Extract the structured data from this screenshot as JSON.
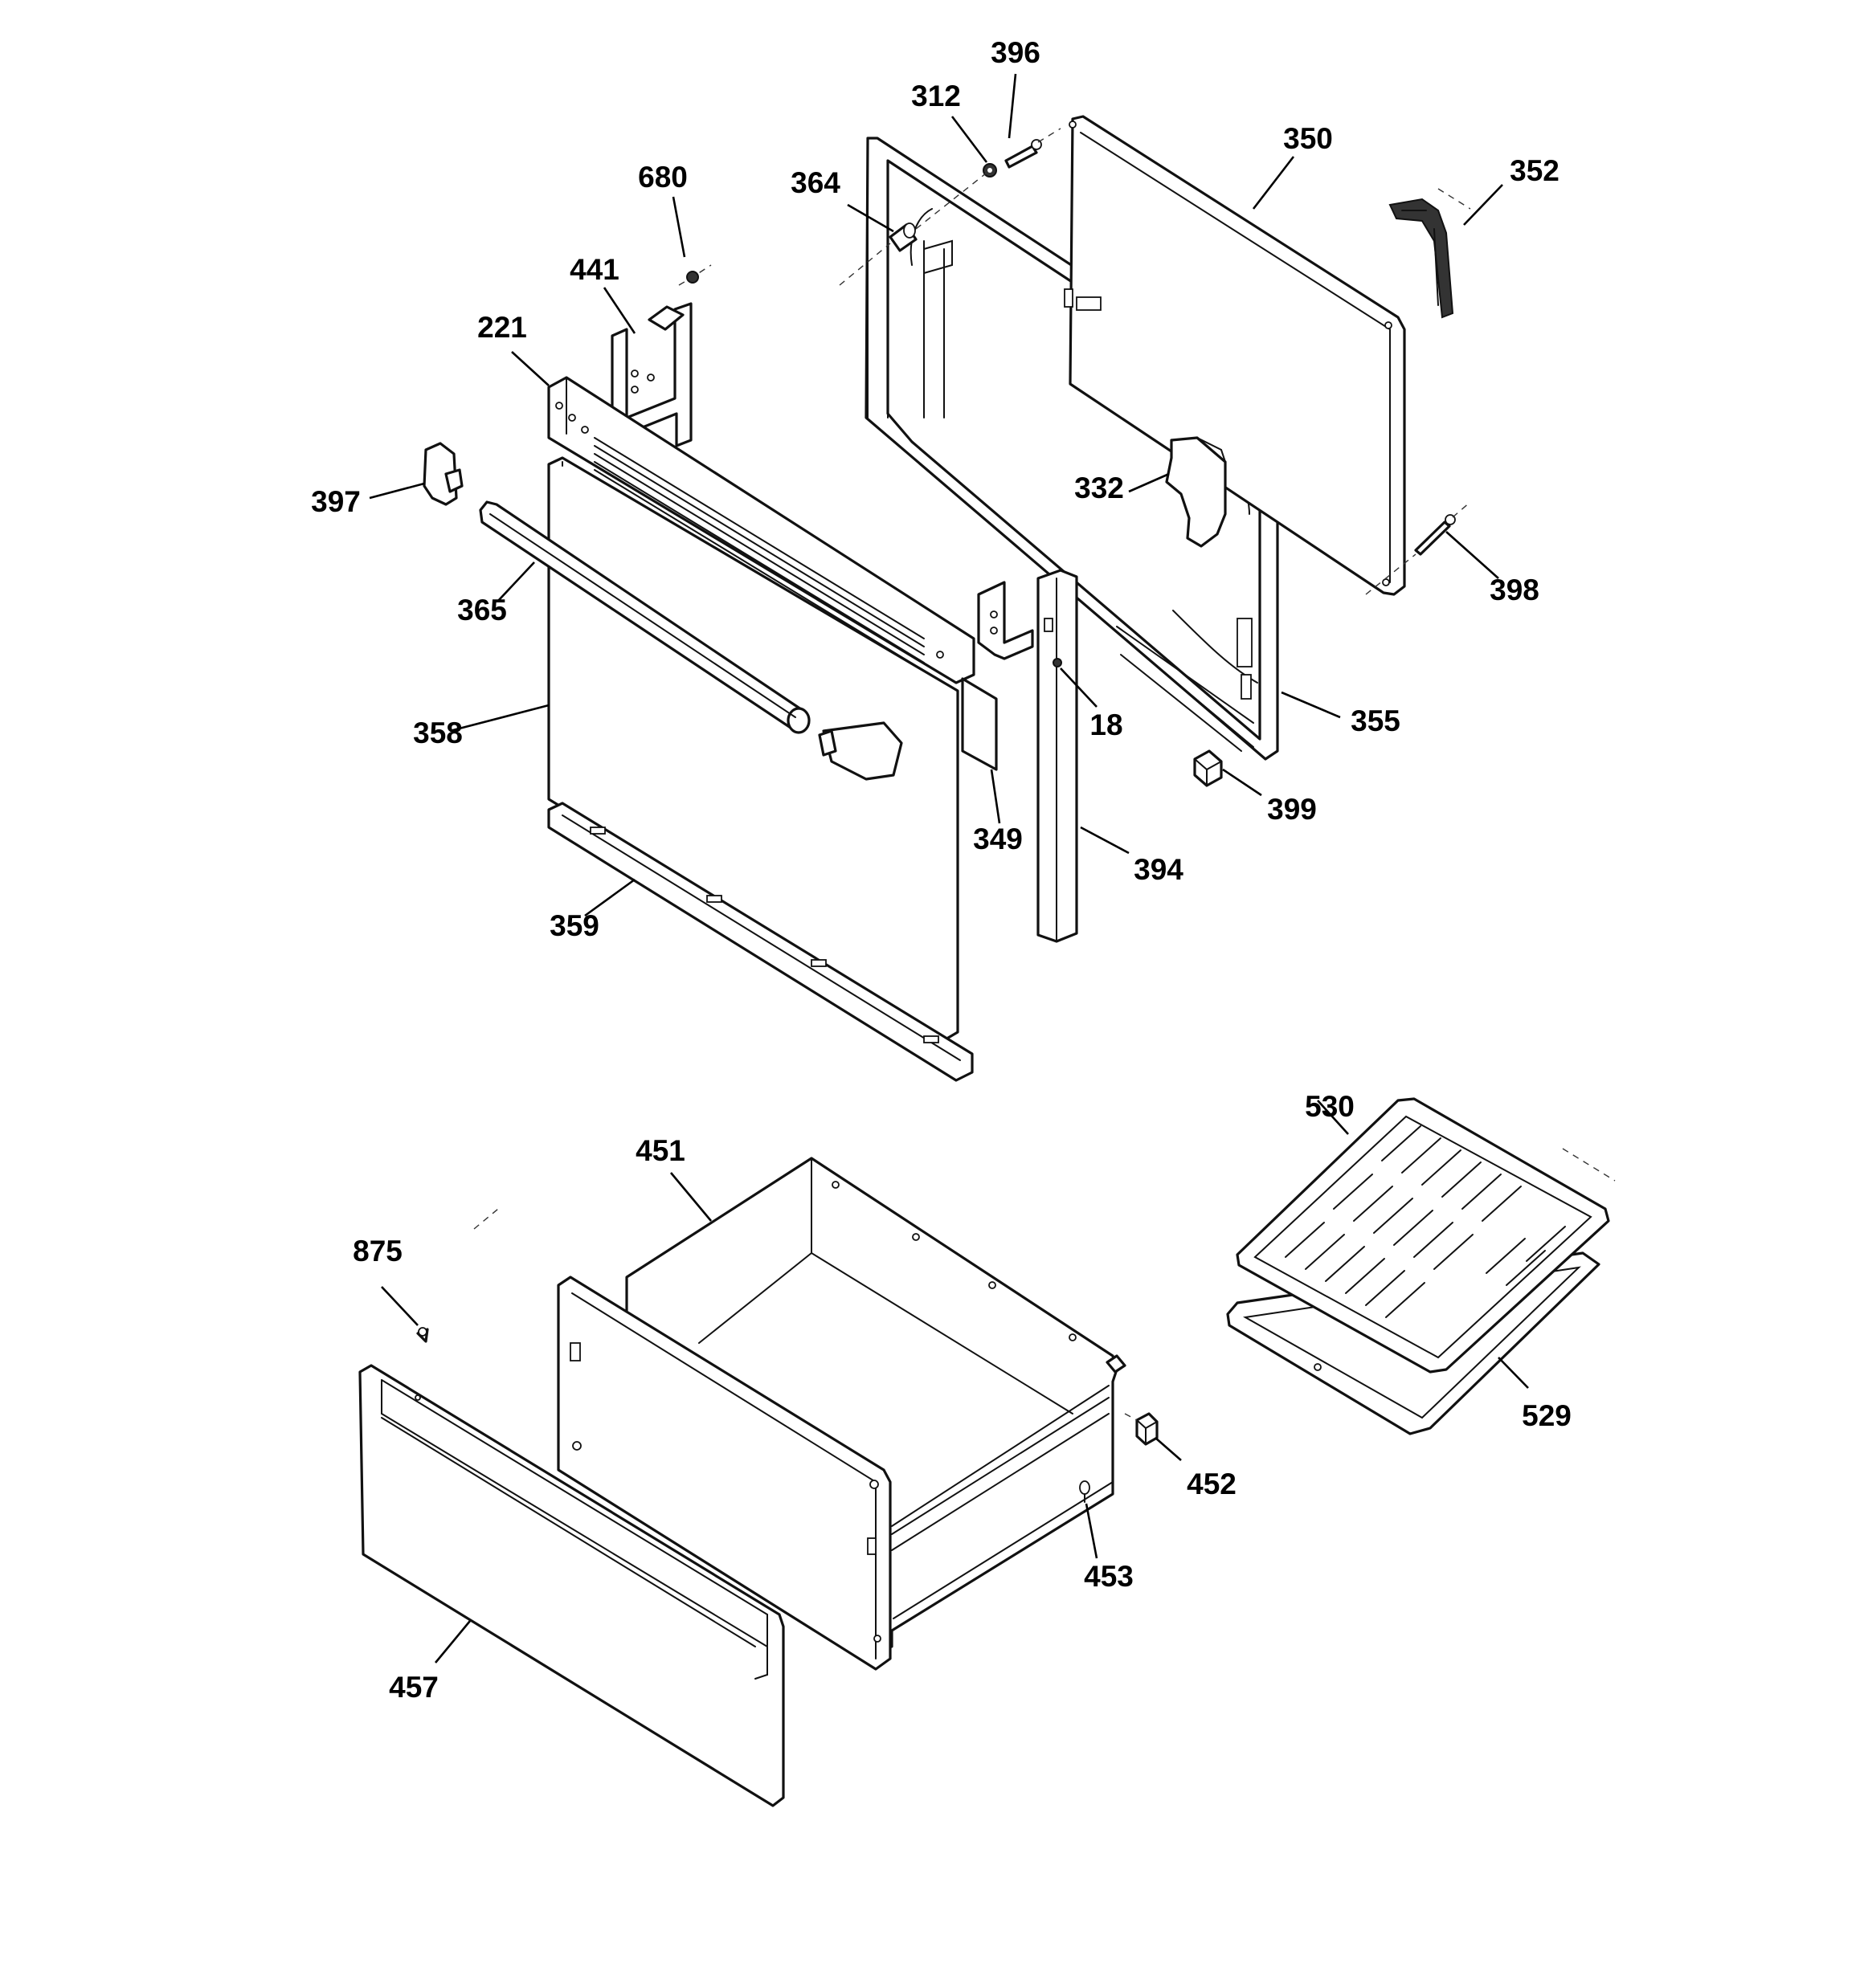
{
  "callouts": {
    "c396": "396",
    "c312": "312",
    "c350": "350",
    "c352": "352",
    "c364": "364",
    "c680": "680",
    "c441": "441",
    "c221": "221",
    "c397": "397",
    "c332": "332",
    "c398": "398",
    "c365": "365",
    "c358": "358",
    "c18": "18",
    "c355": "355",
    "c399": "399",
    "c349": "349",
    "c394": "394",
    "c359": "359",
    "c530": "530",
    "c451": "451",
    "c875": "875",
    "c529": "529",
    "c452": "452",
    "c453": "453",
    "c457": "457"
  }
}
